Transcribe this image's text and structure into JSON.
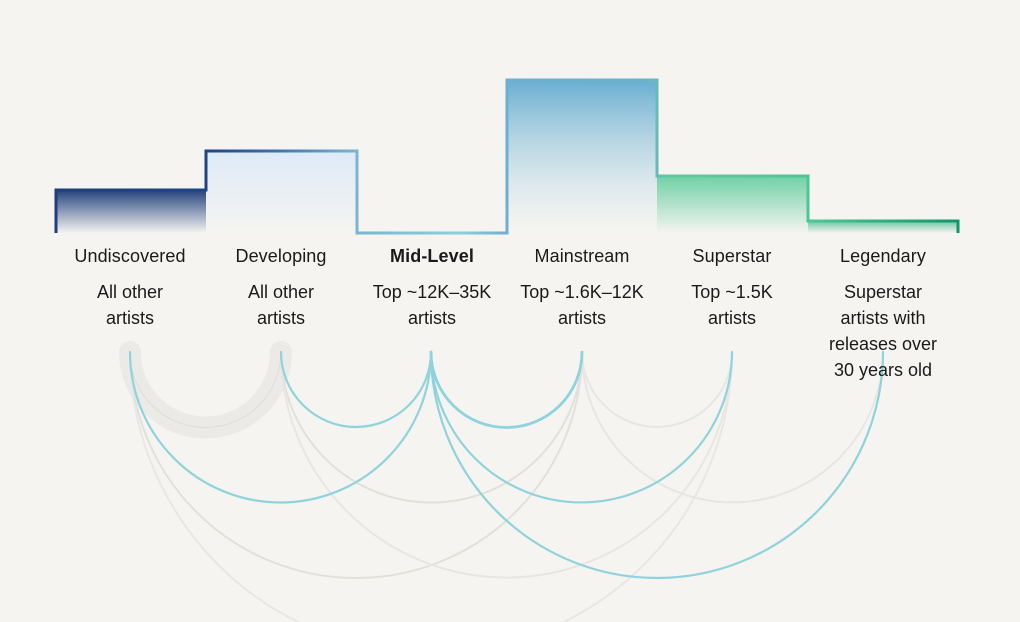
{
  "colors": {
    "background": "#f5f4f1",
    "undiscovered": "#1e3f7a",
    "developing_start": "#2a5190",
    "developing_end": "#7fb6d1",
    "mid_level": "#78b4d0",
    "mainstream": "#6aaed2",
    "superstar": "#5ccb9a",
    "legendary": "#1e9a72",
    "arc_highlight": "#8fd3dc",
    "arc_muted": "#e3e1dc",
    "arc_band": "#ebeae6"
  },
  "tiers": [
    {
      "name": "Undiscovered",
      "desc": "All other artists",
      "emphasis": false
    },
    {
      "name": "Developing",
      "desc": "All other artists",
      "emphasis": false
    },
    {
      "name": "Mid-Level",
      "desc": "Top ~12K–35K artists",
      "emphasis": true
    },
    {
      "name": "Mainstream",
      "desc": "Top ~1.6K–12K artists",
      "emphasis": false
    },
    {
      "name": "Superstar",
      "desc": "Top ~1.5K artists",
      "emphasis": false
    },
    {
      "name": "Legendary",
      "desc": "Superstar artists with releases over 30 years old",
      "emphasis": false
    }
  ],
  "connections": {
    "highlighted_from": "Mid-Level",
    "highlighted": [
      [
        "Mid-Level",
        "Undiscovered"
      ],
      [
        "Mid-Level",
        "Developing"
      ],
      [
        "Mid-Level",
        "Mainstream"
      ],
      [
        "Mid-Level",
        "Superstar"
      ],
      [
        "Mid-Level",
        "Legendary"
      ]
    ],
    "muted": [
      [
        "Undiscovered",
        "Developing"
      ],
      [
        "Undiscovered",
        "Mainstream"
      ],
      [
        "Undiscovered",
        "Superstar"
      ],
      [
        "Developing",
        "Mainstream"
      ],
      [
        "Developing",
        "Superstar"
      ],
      [
        "Mainstream",
        "Superstar"
      ],
      [
        "Mainstream",
        "Legendary"
      ]
    ]
  }
}
